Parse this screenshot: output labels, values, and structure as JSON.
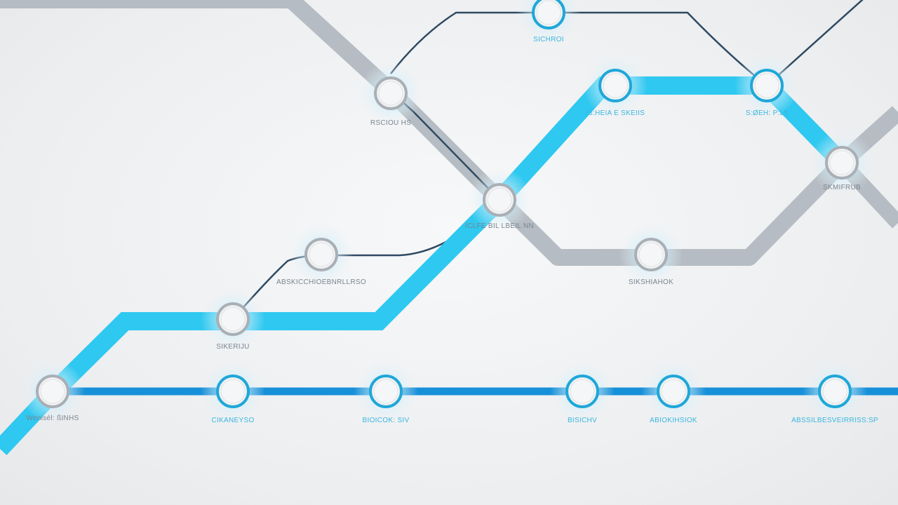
{
  "colors": {
    "background": "#eef0f2",
    "line_gray": "#b5bcc3",
    "line_cyan": "#2ec8f0",
    "line_blue": "#1690d8",
    "line_navy": "#2f4a63",
    "station_fill": "#f1f2f3",
    "station_ring_gray": "#a9afb5",
    "station_ring_cyan": "#1fa7d8",
    "label_gray": "#7b8590",
    "label_cyan": "#3ab6e0"
  },
  "lines": [
    {
      "name": "gray-line",
      "color": "#b5bcc3"
    },
    {
      "name": "cyan-line",
      "color": "#2ec8f0"
    },
    {
      "name": "blue-line",
      "color": "#1690d8"
    },
    {
      "name": "navy-line",
      "color": "#2f4a63"
    }
  ],
  "stations": [
    {
      "id": "s01",
      "label": "SICHROI",
      "ring": "cyan"
    },
    {
      "id": "s02",
      "label": "RSCIOU HS",
      "ring": "gray"
    },
    {
      "id": "s03",
      "label": "IS:HEIA E SKEIIS",
      "ring": "cyan"
    },
    {
      "id": "s04",
      "label": "S:ØEH: P:L¶",
      "ring": "cyan"
    },
    {
      "id": "s05",
      "label": "SKMIFRUB",
      "ring": "gray"
    },
    {
      "id": "s06",
      "label": "ICLFE BIL LBEIL NN",
      "ring": "gray"
    },
    {
      "id": "s07",
      "label": "SIKSHIAHOK",
      "ring": "gray"
    },
    {
      "id": "s08",
      "label": "ABSKICCHIOEBNRLLRSO",
      "ring": "gray"
    },
    {
      "id": "s09",
      "label": "SIKERIJU",
      "ring": "gray"
    },
    {
      "id": "s10",
      "label": "Wenisél: ßINHS",
      "ring": "gray"
    },
    {
      "id": "s11",
      "label": "CIKANEYSO",
      "ring": "cyan"
    },
    {
      "id": "s12",
      "label": "BIOICOK: SIV",
      "ring": "cyan"
    },
    {
      "id": "s13",
      "label": "BISICHV",
      "ring": "cyan"
    },
    {
      "id": "s14",
      "label": "ABIOKIHSIOK",
      "ring": "cyan"
    },
    {
      "id": "s15",
      "label": "ABSSILBESVEIRRISS:SP",
      "ring": "cyan"
    }
  ]
}
